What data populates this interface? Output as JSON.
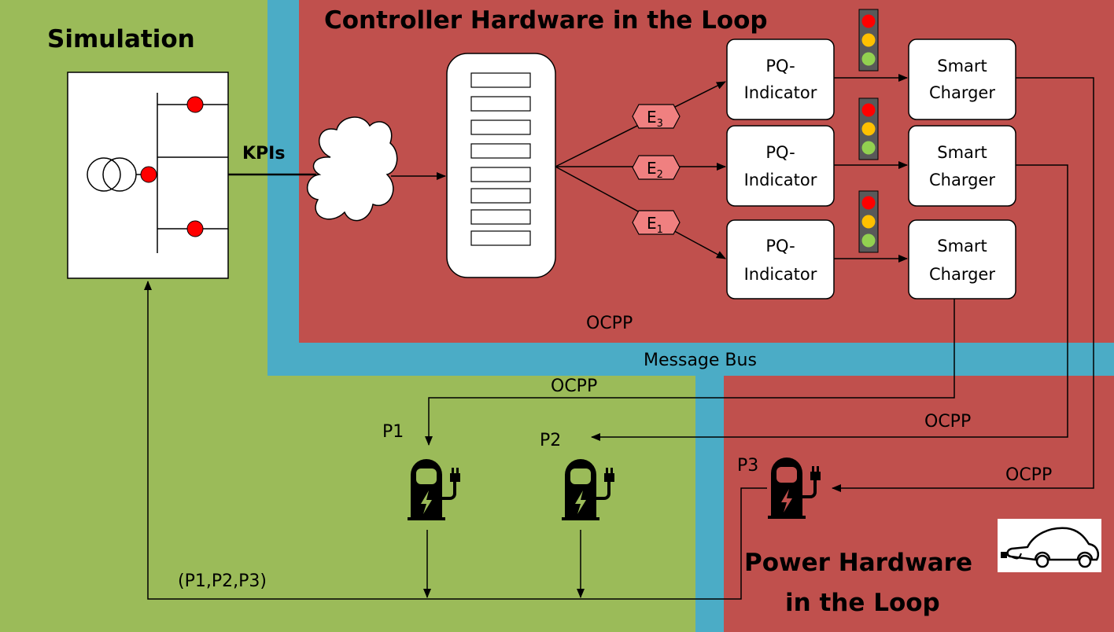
{
  "titles": {
    "simulation": "Simulation",
    "chil": "Controller Hardware in the Loop",
    "phil_line1": "Power Hardware",
    "phil_line2": "in the Loop"
  },
  "labels": {
    "kpis": "KPIs",
    "message_bus": "Message Bus",
    "ocpp_chil": "OCPP",
    "ocpp_p1": "OCPP",
    "ocpp_p2": "OCPP",
    "ocpp_p3": "OCPP",
    "p1": "P1",
    "p2": "P2",
    "p3": "P3",
    "feedback": "(P1,P2,P3)"
  },
  "events": [
    {
      "letter": "E",
      "sub": "3"
    },
    {
      "letter": "E",
      "sub": "2"
    },
    {
      "letter": "E",
      "sub": "1"
    }
  ],
  "pq_indicators": [
    {
      "line1": "PQ-",
      "line2": "Indicator"
    },
    {
      "line1": "PQ-",
      "line2": "Indicator"
    },
    {
      "line1": "PQ-",
      "line2": "Indicator"
    }
  ],
  "smart_chargers": [
    {
      "line1": "Smart",
      "line2": "Charger"
    },
    {
      "line1": "Smart",
      "line2": "Charger"
    },
    {
      "line1": "Smart",
      "line2": "Charger"
    }
  ],
  "colors": {
    "simulation_bg": "#9BBB59",
    "chil_bg": "#C0504D",
    "bus": "#4BACC6",
    "event_fill": "#F08080",
    "node_red": "#FF0000",
    "light_red": "#FF0000",
    "light_yellow": "#FFC000",
    "light_green": "#92D050"
  },
  "icons": {
    "transformer": "transformer-icon",
    "cloud": "cloud-icon",
    "queue": "message-queue-icon",
    "traffic_light": "traffic-light-icon",
    "charger": "ev-charger-icon",
    "car": "electric-car-icon"
  }
}
